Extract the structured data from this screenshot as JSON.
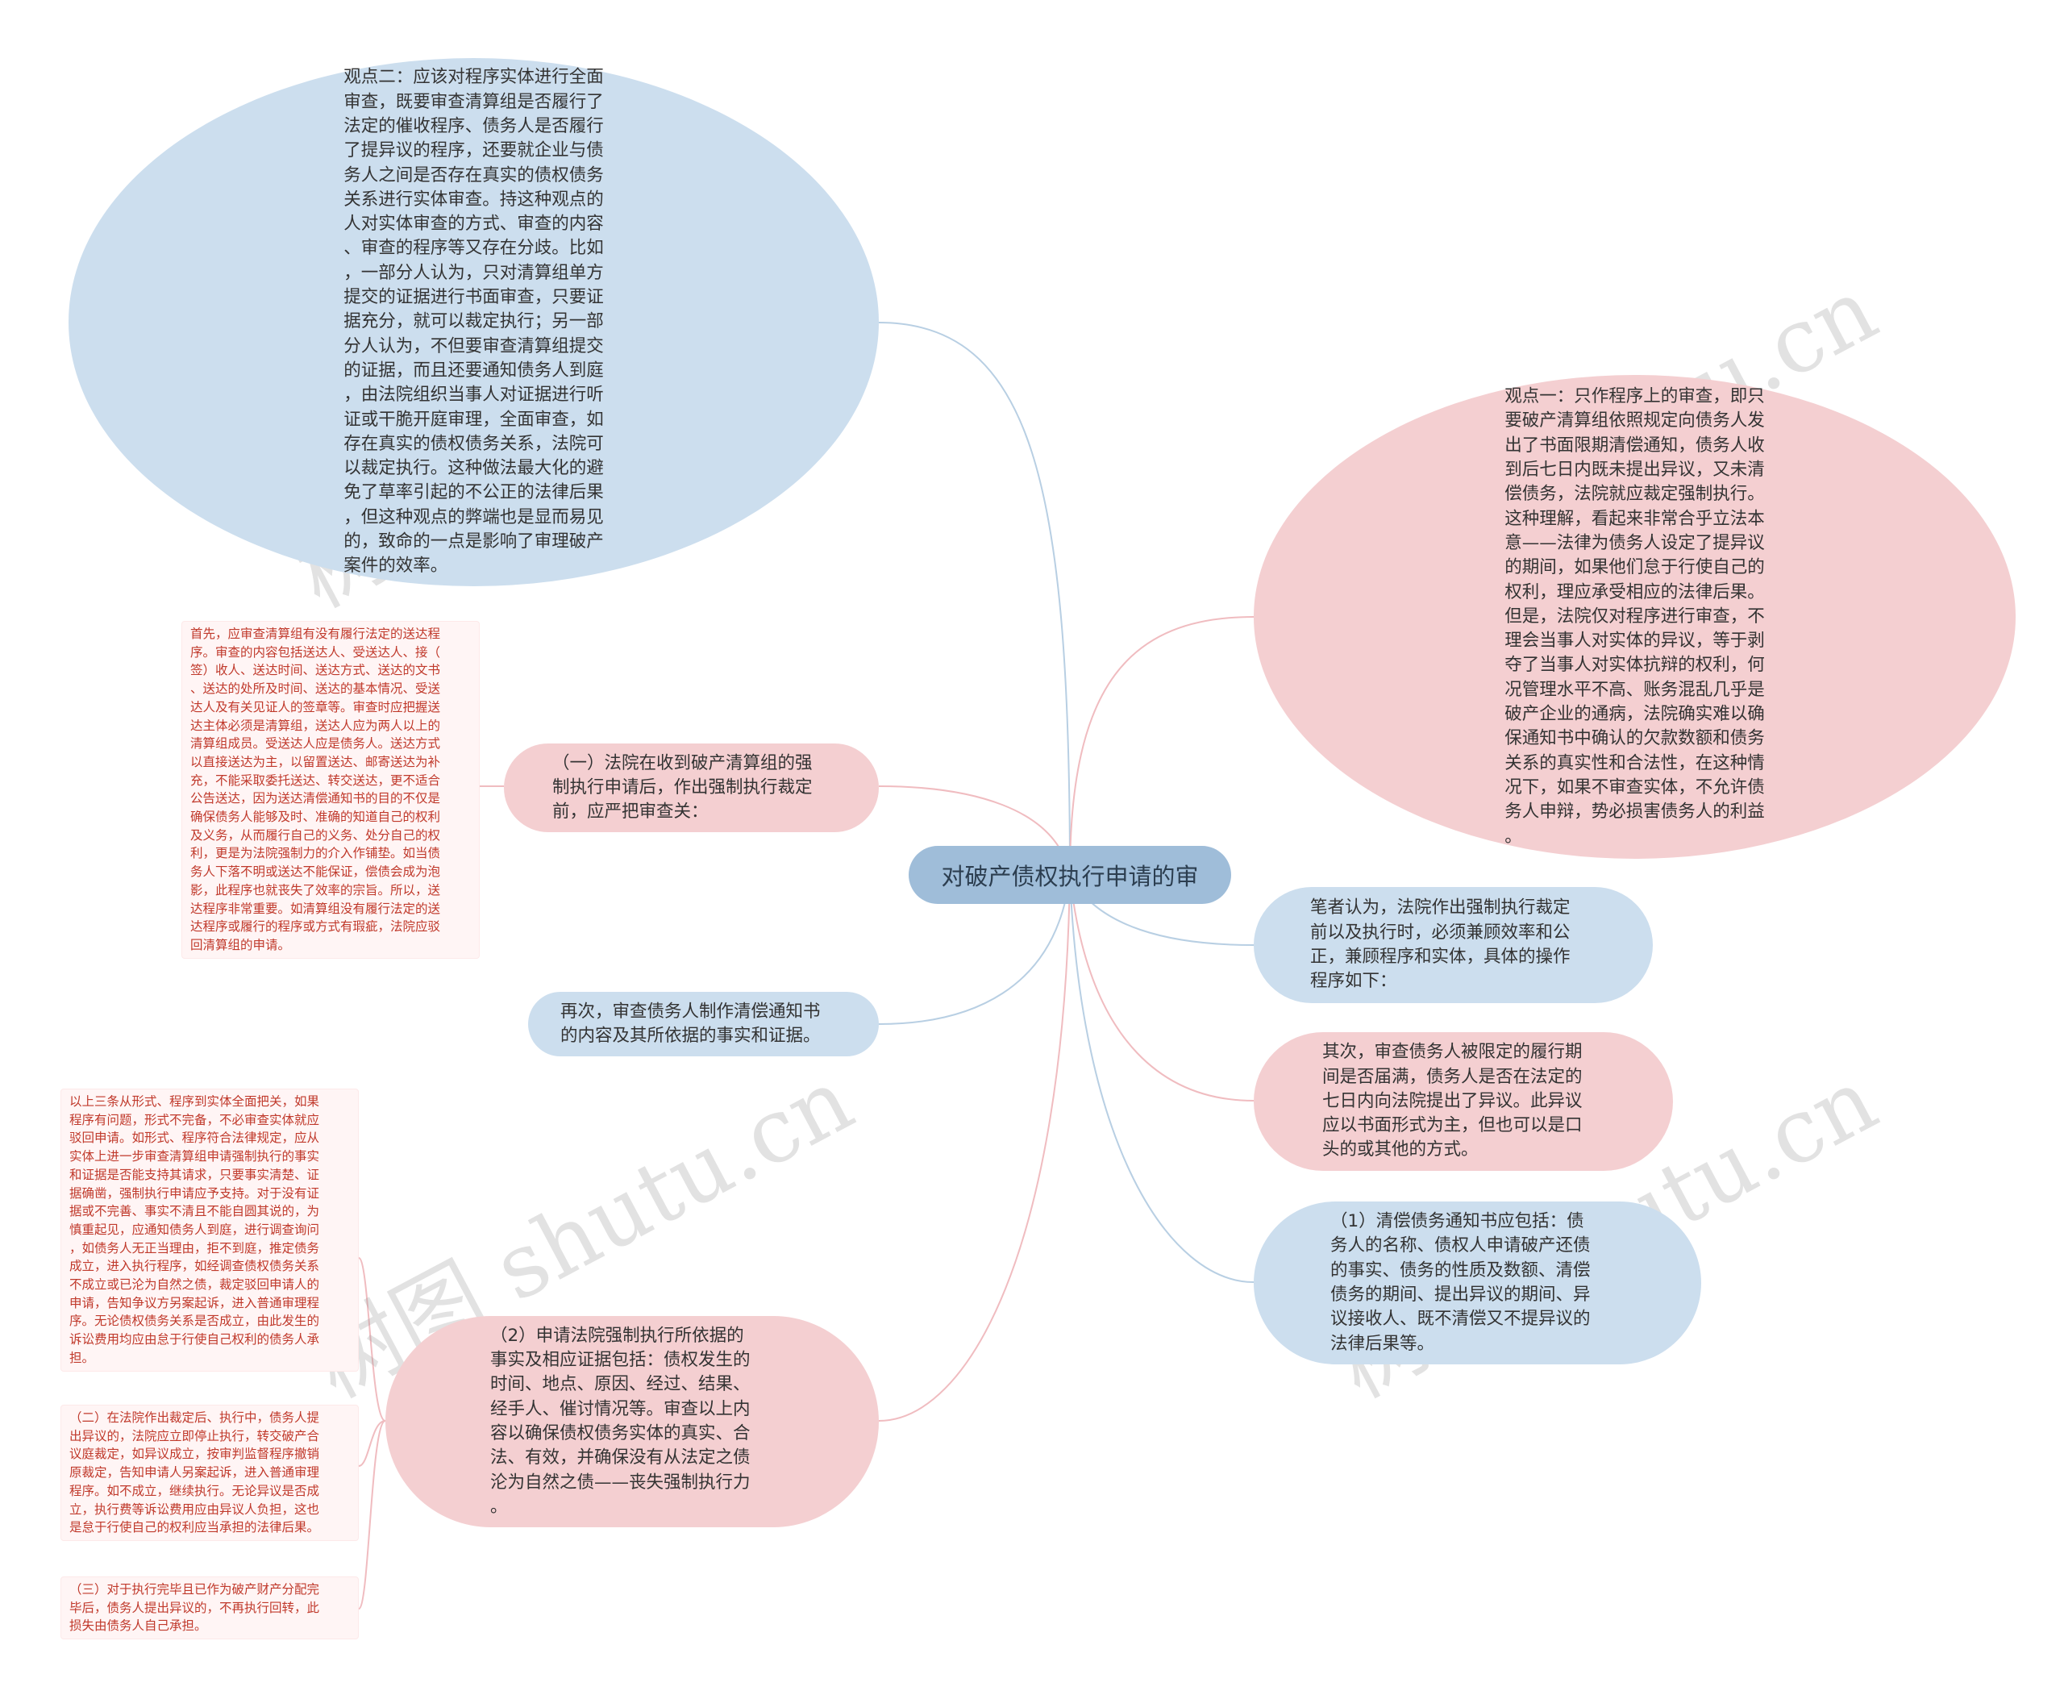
{
  "center": {
    "label": "对破产债权执行申请的审"
  },
  "nodes": {
    "view2": "观点二：应该对程序实体进行全面\n审查，既要审查清算组是否履行了\n法定的催收程序、债务人是否履行\n了提异议的程序，还要就企业与债\n务人之间是否存在真实的债权债务\n关系进行实体审查。持这种观点的\n人对实体审查的方式、审查的内容\n、审查的程序等又存在分歧。比如\n，一部分人认为，只对清算组单方\n提交的证据进行书面审查，只要证\n据充分，就可以裁定执行；另一部\n分人认为，不但要审查清算组提交\n的证据，而且还要通知债务人到庭\n，由法院组织当事人对证据进行听\n证或干脆开庭审理，全面审查，如\n存在真实的债权债务关系，法院可\n以裁定执行。这种做法最大化的避\n免了草率引起的不公正的法律后果\n，但这种观点的弊端也是显而易见\n的，致命的一点是影响了审理破产\n案件的效率。",
    "view1": "观点一：只作程序上的审查，即只\n要破产清算组依照规定向债务人发\n出了书面限期清偿通知，债务人收\n到后七日内既未提出异议，又未清\n偿债务，法院就应裁定强制执行。\n这种理解，看起来非常合乎立法本\n意——法律为债务人设定了提异议\n的期间，如果他们怠于行使自己的\n权利，理应承受相应的法律后果。\n但是，法院仅对程序进行审查，不\n理会当事人对实体的异议，等于剥\n夺了当事人对实体抗辩的权利，何\n况管理水平不高、账务混乱几乎是\n破产企业的通病，法院确实难以确\n保通知书中确认的欠款数额和债务\n关系的真实性和合法性，在这种情\n况下，如果不审查实体，不允许债\n务人申辩，势必损害债务人的利益\n。",
    "court_receive": "（一）法院在收到破产清算组的强\n制执行申请后，作出强制执行裁定\n前，应严把审查关：",
    "author": "笔者认为，法院作出强制执行裁定\n前以及执行时，必须兼顾效率和公\n正，兼顾程序和实体，具体的操作\n程序如下：",
    "again": "再次，审查债务人制作清偿通知书\n的内容及其所依据的事实和证据。",
    "second": "其次，审查债务人被限定的履行期\n间是否届满，债务人是否在法定的\n七日内向法院提出了异议。此异议\n应以书面形式为主，但也可以是口\n头的或其他的方式。",
    "notice_content": "（1）清偿债务通知书应包括：债\n务人的名称、债权人申请破产还债\n的事实、债务的性质及数额、清偿\n债务的期间、提出异议的期间、异\n议接收人、既不清偿又不提异议的\n法律后果等。",
    "apply_basis": "（2）申请法院强制执行所依据的\n事实及相应证据包括：债权发生的\n时间、地点、原因、经过、结果、\n经手人、催讨情况等。审查以上内\n容以确保债权债务实体的真实、合\n法、有效，并确保没有从法定之债\n沦为自然之债——丧失强制执行力\n。"
  },
  "notes": {
    "first": "首先，应审查清算组有没有履行法定的送达程\n序。审查的内容包括送达人、受送达人、接（\n签）收人、送达时间、送达方式、送达的文书\n、送达的处所及时间、送达的基本情况、受送\n达人及有关见证人的签章等。审查时应把握送\n达主体必须是清算组，送达人应为两人以上的\n清算组成员。受送达人应是债务人。送达方式\n以直接送达为主，以留置送达、邮寄送达为补\n充，不能采取委托送达、转交送达，更不适合\n公告送达，因为送达清偿通知书的目的不仅是\n确保债务人能够及时、准确的知道自己的权利\n及义务，从而履行自己的义务、处分自己的权\n利，更是为法院强制力的介入作铺垫。如当债\n务人下落不明或送达不能保证，偿债会成为泡\n影，此程序也就丧失了效率的宗旨。所以，送\n达程序非常重要。如清算组没有履行法定的送\n达程序或履行的程序或方式有瑕疵，法院应驳\n回清算组的申请。",
    "three_rules": "以上三条从形式、程序到实体全面把关，如果\n程序有问题，形式不完备，不必审查实体就应\n驳回申请。如形式、程序符合法律规定，应从\n实体上进一步审查清算组申请强制执行的事实\n和证据是否能支持其请求，只要事实清楚、证\n据确凿，强制执行申请应予支持。对于没有证\n据或不完善、事实不清且不能自圆其说的，为\n慎重起见，应通知债务人到庭，进行调查询问\n，如债务人无正当理由，拒不到庭，推定债务\n成立，进入执行程序，如经调查债权债务关系\n不成立或已沦为自然之债，裁定驳回申请人的\n申请，告知争议方另案起诉，进入普通审理程\n序。无论债权债务关系是否成立，由此发生的\n诉讼费用均应由怠于行使自己权利的债务人承\n担。",
    "objection": "（二）在法院作出裁定后、执行中，债务人提\n出异议的，法院应立即停止执行，转交破产合\n议庭裁定，如异议成立，按审判监督程序撤销\n原裁定，告知申请人另案起诉，进入普通审理\n程序。如不成立，继续执行。无论异议是否成\n立，执行费等诉讼费用应由异议人负担，这也\n是怠于行使自己的权利应当承担的法律后果。",
    "completed": "（三）对于执行完毕且已作为破产财产分配完\n毕后，债务人提出异议的，不再执行回转，此\n损失由债务人自己承担。"
  },
  "watermark": "树图 shutu.cn",
  "colors": {
    "blue": "#ccdeee",
    "pink": "#f4cfd1",
    "center": "#9fbdd9",
    "note_text": "#c0392b"
  }
}
